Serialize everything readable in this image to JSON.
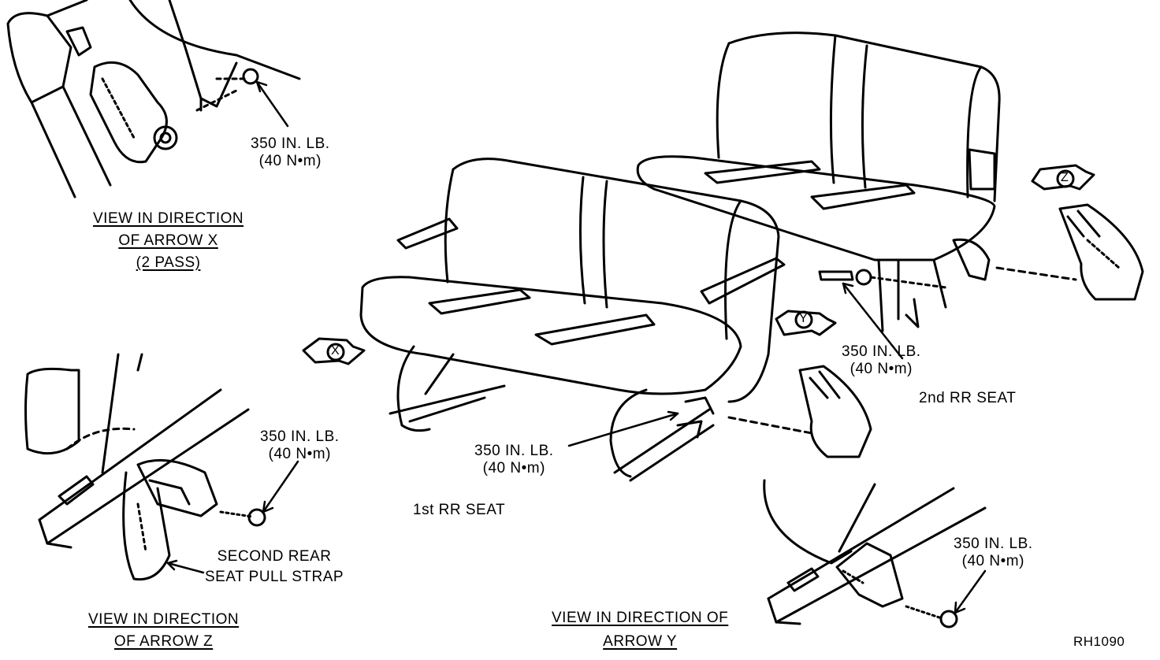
{
  "torque": {
    "value": "350 IN. LB.",
    "metric": "(40 N•m)"
  },
  "views": {
    "x": {
      "line1": "VIEW IN DIRECTION",
      "line2": "OF ARROW X",
      "line3": "(2 PASS)"
    },
    "z": {
      "line1": "VIEW IN DIRECTION",
      "line2": "OF ARROW Z"
    },
    "y": {
      "line1": "VIEW IN DIRECTION OF",
      "line2": "ARROW Y"
    }
  },
  "callouts": {
    "pull_strap_line1": "SECOND REAR",
    "pull_strap_line2": "SEAT PULL STRAP",
    "first_seat": "1st RR SEAT",
    "second_seat": "2nd RR SEAT"
  },
  "arrow_letters": {
    "x": "X",
    "y": "Y",
    "z": "Z"
  },
  "figure_id": "RH1090"
}
